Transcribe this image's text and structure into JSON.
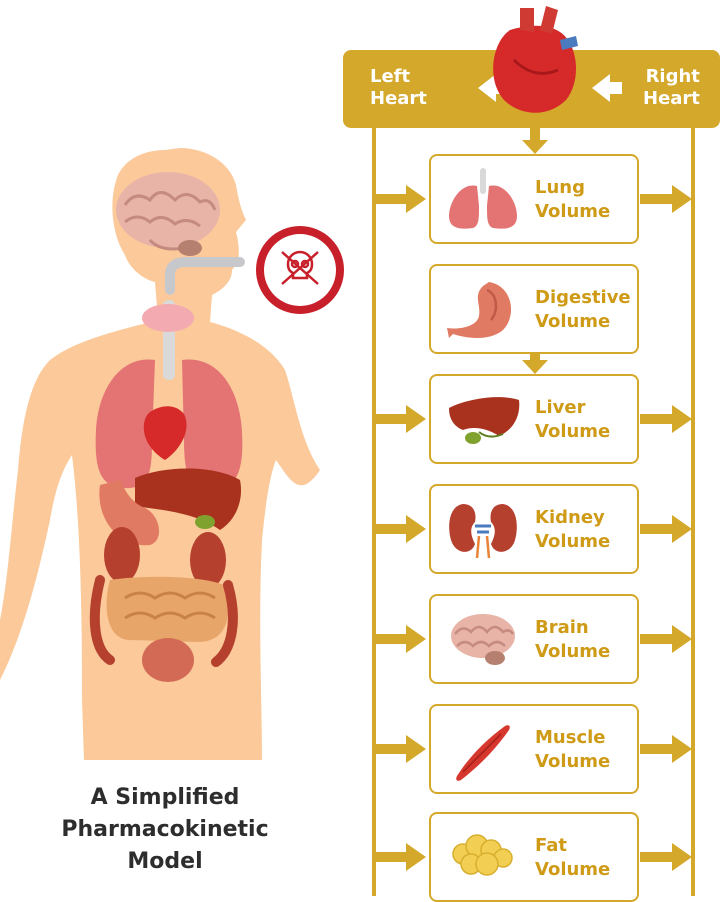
{
  "colors": {
    "gold": "#D4A82A",
    "gold_text": "#CF9B16",
    "skin": "#FBC99A",
    "heart_red": "#D62A2A",
    "toxin_red": "#C8202A"
  },
  "header": {
    "left_line1": "Left",
    "left_line2": "Heart",
    "right_line1": "Right",
    "right_line2": "Heart"
  },
  "compartments": [
    {
      "line1": "Lung",
      "line2": "Volume",
      "icon": "lungs-icon"
    },
    {
      "line1": "Digestive",
      "line2": "Volume",
      "icon": "stomach-icon"
    },
    {
      "line1": "Liver",
      "line2": "Volume",
      "icon": "liver-icon"
    },
    {
      "line1": "Kidney",
      "line2": "Volume",
      "icon": "kidneys-icon"
    },
    {
      "line1": "Brain",
      "line2": "Volume",
      "icon": "brain-icon"
    },
    {
      "line1": "Muscle",
      "line2": "Volume",
      "icon": "muscle-icon"
    },
    {
      "line1": "Fat",
      "line2": "Volume",
      "icon": "fat-icon"
    }
  ],
  "caption": {
    "line1": "A Simplified",
    "line2": "Pharmacokinetic",
    "line3": "Model"
  },
  "toxin_icon": "skull-crossbones-icon"
}
